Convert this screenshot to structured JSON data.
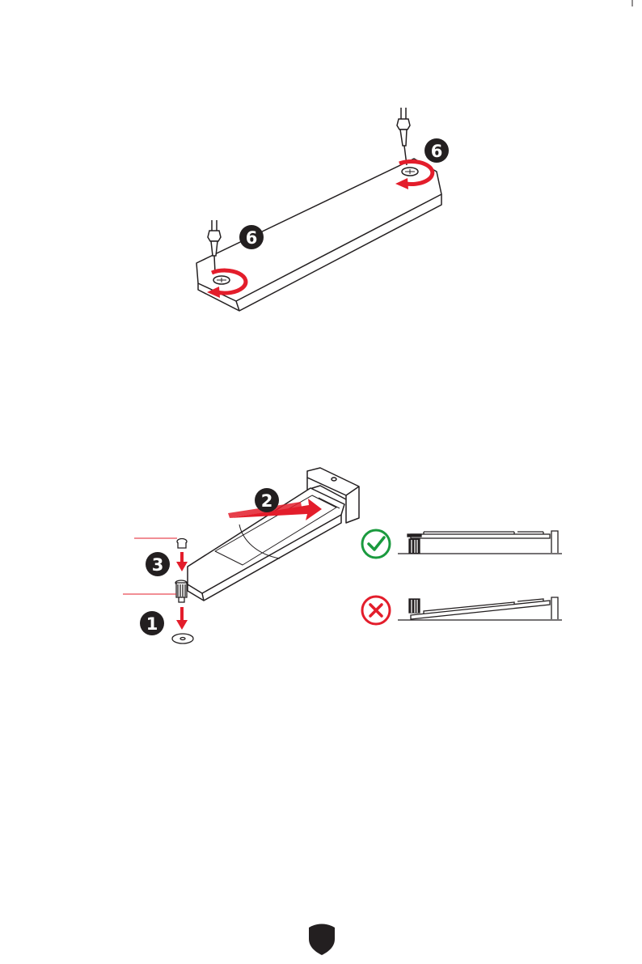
{
  "top_diagram": {
    "callouts": [
      "6",
      "6"
    ]
  },
  "bottom_diagram": {
    "steps": [
      "1",
      "2",
      "3"
    ],
    "status": {
      "correct_icon": "check-circle-icon",
      "wrong_icon": "cross-circle-icon",
      "correct_color": "#1a9a3e",
      "wrong_color": "#e31d2b"
    }
  },
  "footer": {
    "logo_icon": "shield-icon"
  },
  "colors": {
    "accent_red": "#e31d2b",
    "line": "#231f20",
    "badge": "#231f20"
  }
}
